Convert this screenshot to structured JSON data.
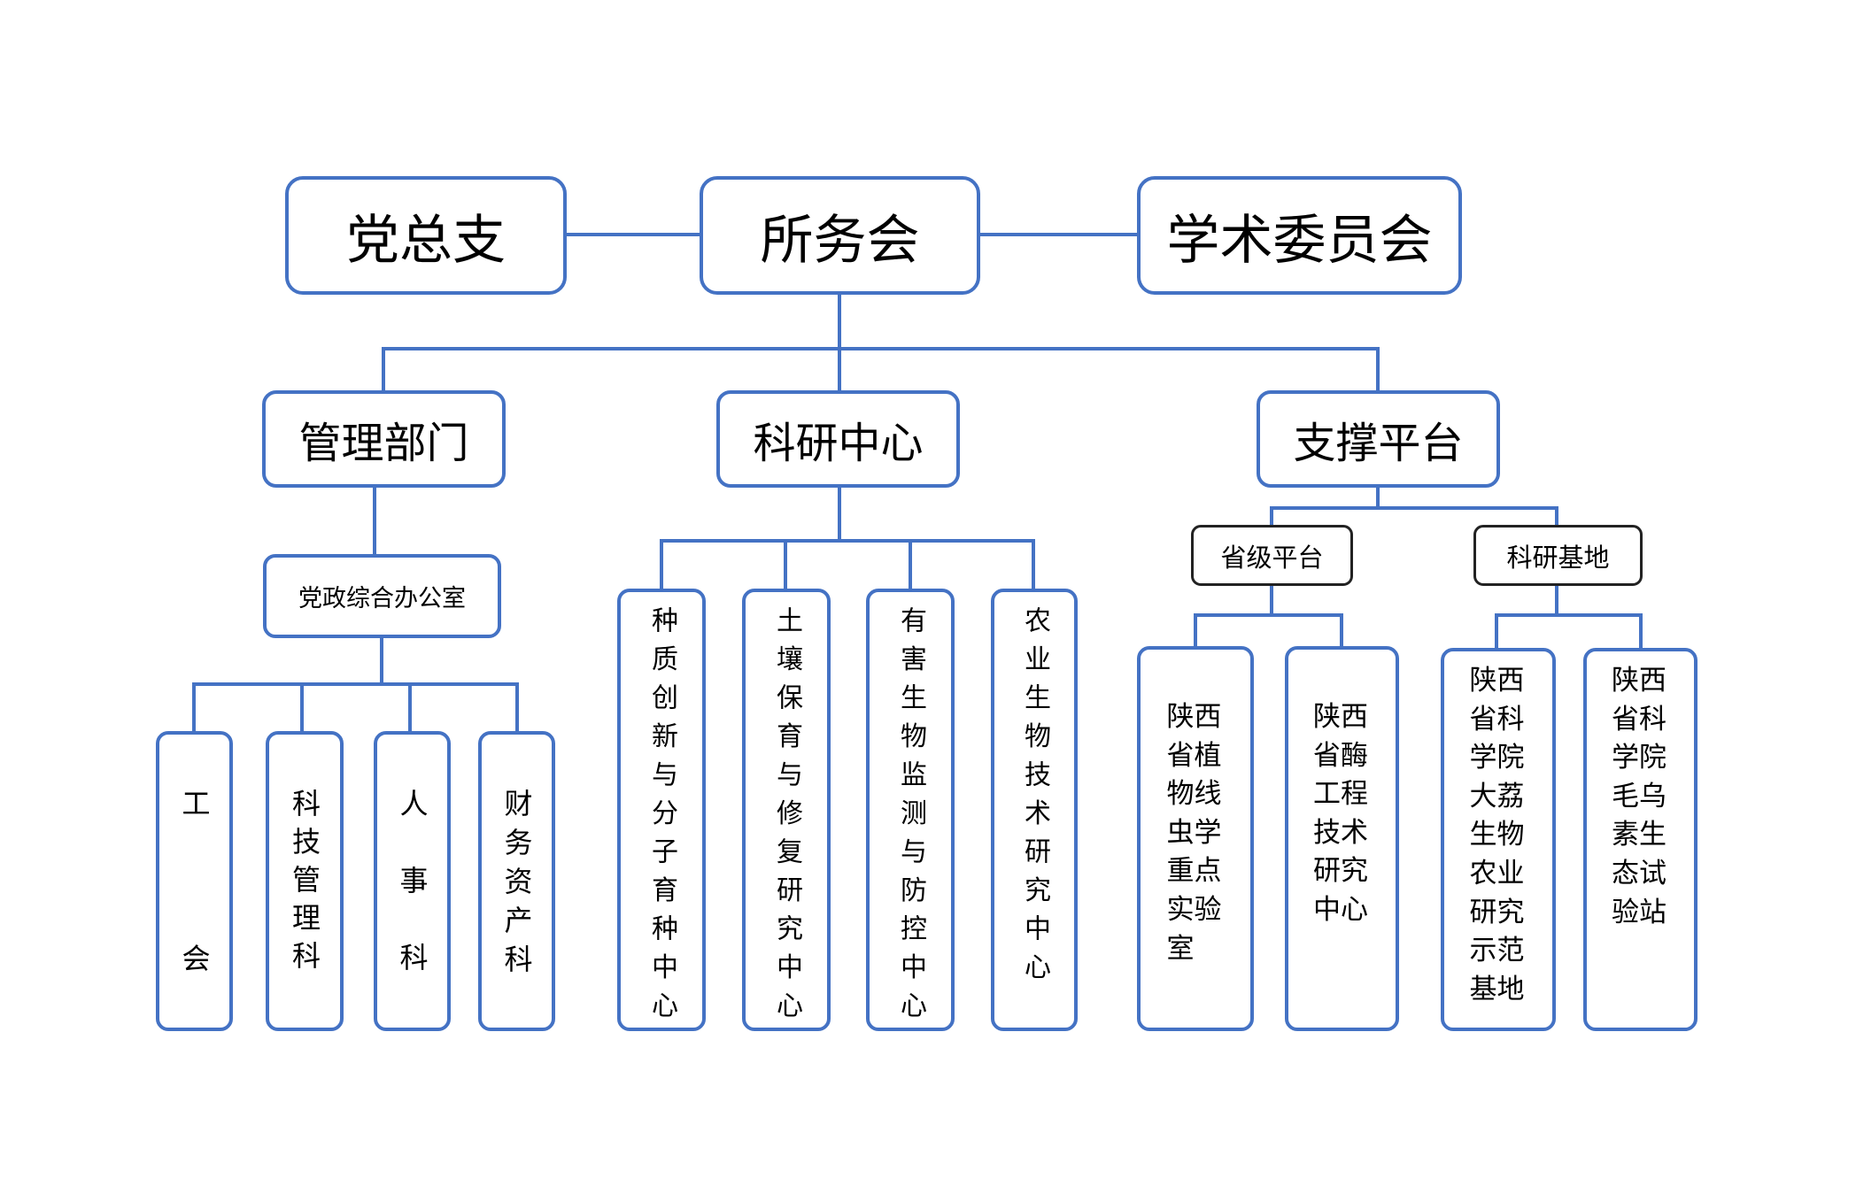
{
  "top": {
    "left": "党总支",
    "center": "所务会",
    "right": "学术委员会"
  },
  "management": {
    "label": "管理部门",
    "office": "党政综合办公室",
    "units": [
      "工会",
      "科技管理科",
      "人事科",
      "财务资产科"
    ]
  },
  "research": {
    "label": "科研中心",
    "centers": [
      "种质创新与分子育种中心",
      "土壤保育与修复研究中心",
      "有害生物监测与防控中心",
      "农业生物技术研究中心"
    ]
  },
  "support": {
    "label": "支撑平台",
    "platforms": [
      {
        "label": "省级平台",
        "units": [
          "陕西省植物线虫学重点实验室",
          "陕西省酶工程技术研究中心"
        ]
      },
      {
        "label": "科研基地",
        "units": [
          "陕西省科学院大荔生物农业研究示范基地",
          "陕西省科学院毛乌素生态试验站"
        ]
      }
    ]
  },
  "colors": {
    "border": "#4472c4",
    "line": "#4472c4",
    "dark_border": "#222222",
    "text": "#000000"
  }
}
